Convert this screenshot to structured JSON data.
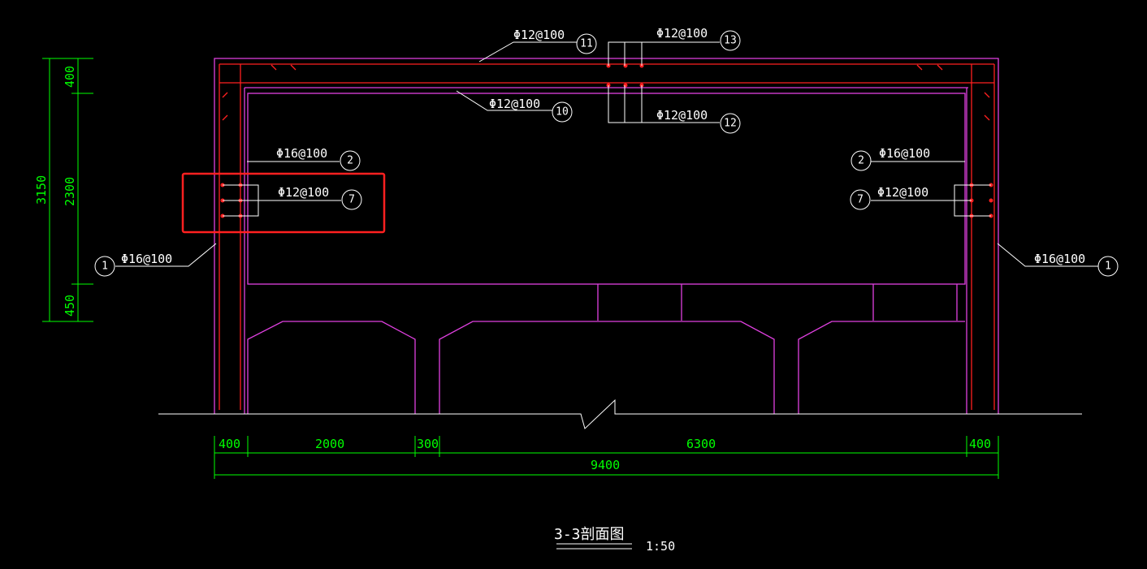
{
  "labels": {
    "top_bar": "Φ12@100",
    "top_num": "11",
    "top_right_upper": "Φ12@100",
    "top_right_upper_num": "13",
    "inner_top": "Φ12@100",
    "inner_top_num": "10",
    "top_right_lower": "Φ12@100",
    "top_right_lower_num": "12",
    "left_inner_wall": "Φ16@100",
    "left_inner_wall_num": "2",
    "left_mid": "Φ12@100",
    "left_mid_num": "7",
    "left_outer": "Φ16@100",
    "left_outer_num": "1",
    "right_inner_wall": "Φ16@100",
    "right_inner_wall_num": "2",
    "right_mid": "Φ12@100",
    "right_mid_num": "7",
    "right_outer": "Φ16@100",
    "right_outer_num": "1"
  },
  "dimensions": {
    "vertical_total": "3150",
    "vertical_top": "400",
    "vertical_mid": "2300",
    "vertical_bottom": "450",
    "h_seg1": "400",
    "h_seg2": "2000",
    "h_seg3": "300",
    "h_seg4": "6300",
    "h_seg5": "400",
    "h_total": "9400"
  },
  "title": "3-3剖面图",
  "scale": "1:50",
  "colors": {
    "background": "#000000",
    "concrete_outline": "#e040e0",
    "rebar": "#ff2020",
    "dimension": "#00ff00",
    "annotation": "#ffffff",
    "highlight_box": "#ff2020"
  }
}
